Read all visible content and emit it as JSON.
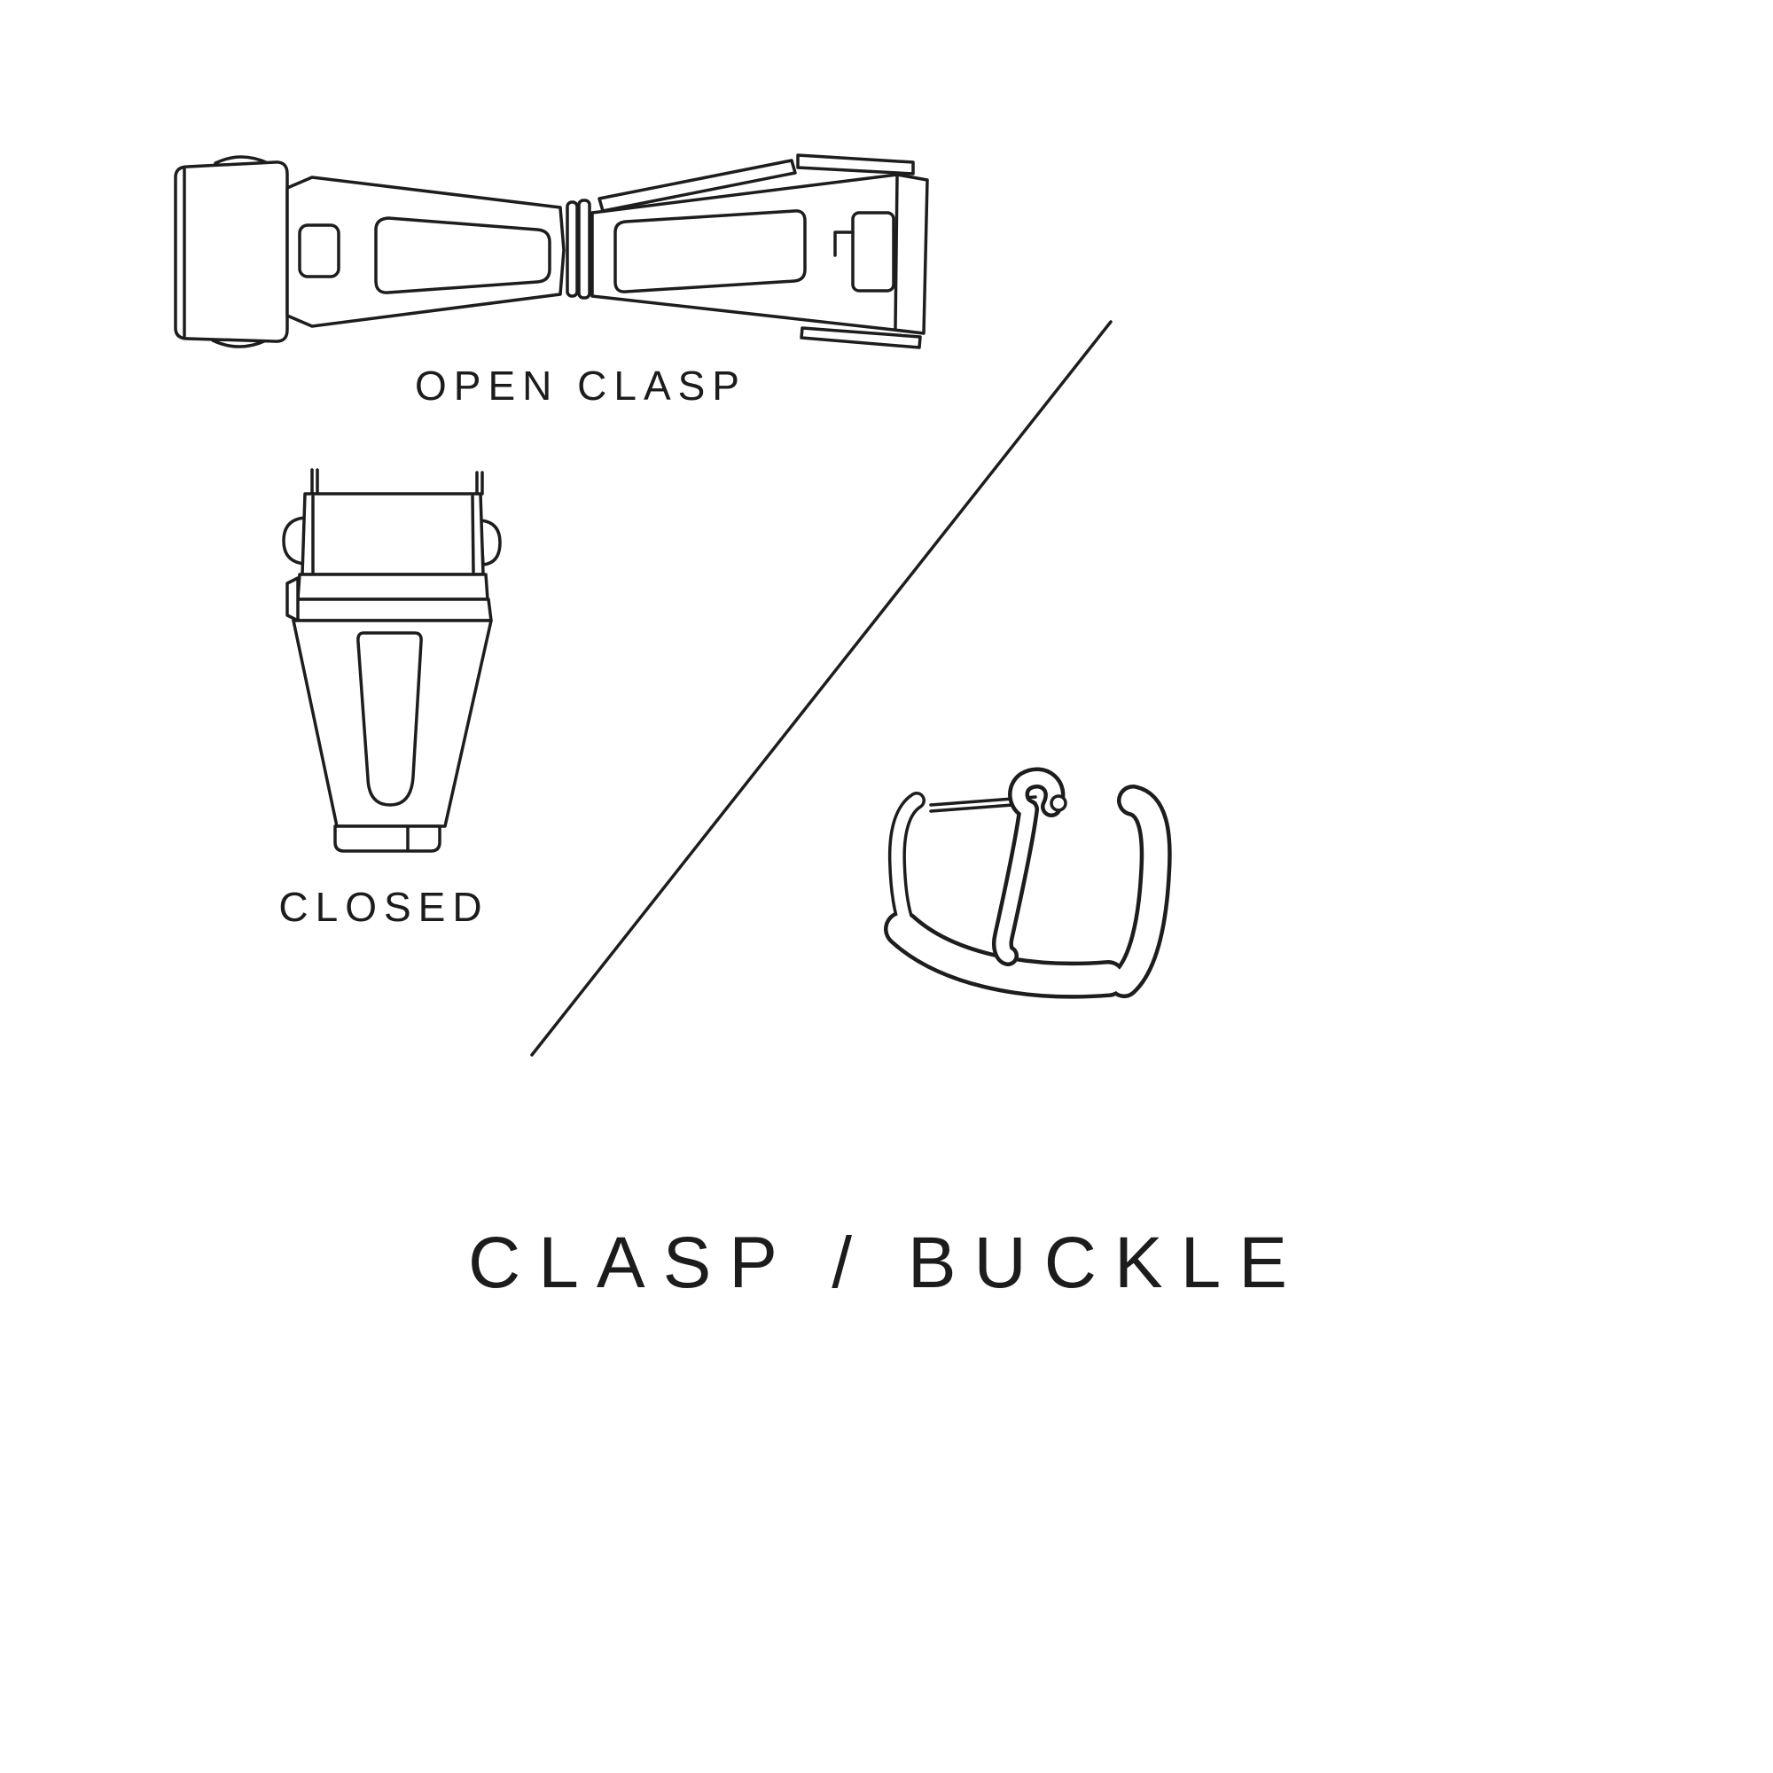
{
  "page": {
    "background": "#ffffff"
  },
  "labels": {
    "open_clasp": "OPEN CLASP",
    "closed": "CLOSED",
    "title": "CLASP / BUCKLE"
  },
  "colors": {
    "line": "#1d1d1d",
    "text": "#1c1c1c",
    "background": "#ffffff"
  },
  "icons": {
    "open_clasp": "open-clasp-illustration",
    "closed_clasp": "closed-clasp-illustration",
    "buckle": "buckle-illustration",
    "divider": "diagonal-divider-line"
  }
}
